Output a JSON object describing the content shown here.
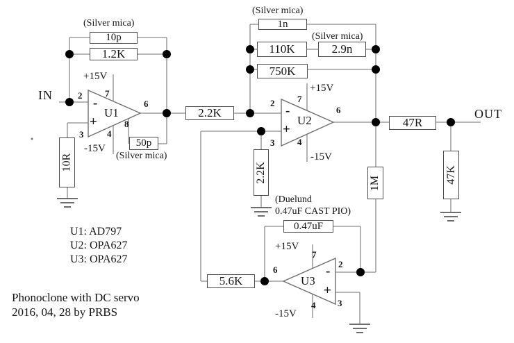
{
  "doc": {
    "title_line1": "Phonoclone with DC servo",
    "title_line2": "2016, 04, 28 by PRBS",
    "parts_list": [
      "U1: AD797",
      "U2: OPA627",
      "U3: OPA627"
    ],
    "in_label": "IN",
    "out_label": "OUT"
  },
  "supplies": {
    "pos": "+15V",
    "neg": "-15V"
  },
  "opamps": {
    "u1": {
      "ref": "U1",
      "pin_inv": "2",
      "pin_noninv": "3",
      "pin_vpos": "7",
      "pin_vneg": "4",
      "pin_out": "6",
      "pin_comp": "8",
      "inv_sign": "-",
      "noninv_sign": "+"
    },
    "u2": {
      "ref": "U2",
      "pin_inv": "2",
      "pin_noninv": "3",
      "pin_vpos": "7",
      "pin_vneg": "4",
      "pin_out": "6",
      "inv_sign": "-",
      "noninv_sign": "+"
    },
    "u3": {
      "ref": "U3",
      "pin_inv": "2",
      "pin_noninv": "3",
      "pin_vpos": "7",
      "pin_vneg": "4",
      "pin_out": "6",
      "inv_sign": "-",
      "noninv_sign": "+"
    }
  },
  "components": {
    "c_10p": {
      "value": "10p",
      "note": "(Silver mica)"
    },
    "r_1k2": {
      "value": "1.2K"
    },
    "r_10r": {
      "value": "10R"
    },
    "c_50p": {
      "value": "50p",
      "note": "(Silver mica)"
    },
    "r_2k2_series": {
      "value": "2.2K"
    },
    "c_1n": {
      "value": "1n",
      "note": "(Silver mica)"
    },
    "r_110k": {
      "value": "110K"
    },
    "c_2n9": {
      "value": "2.9n",
      "note": "(Silver mica)"
    },
    "r_750k": {
      "value": "750K"
    },
    "r_2k2_gnd": {
      "value": "2.2K"
    },
    "r_47r": {
      "value": "47R"
    },
    "r_1m": {
      "value": "1M"
    },
    "r_47k": {
      "value": "47K"
    },
    "r_5k6": {
      "value": "5.6K"
    },
    "c_servo": {
      "value": "0.47uF",
      "note_line1": "(Duelund",
      "note_line2": "0.47uF CAST PIO)"
    }
  }
}
